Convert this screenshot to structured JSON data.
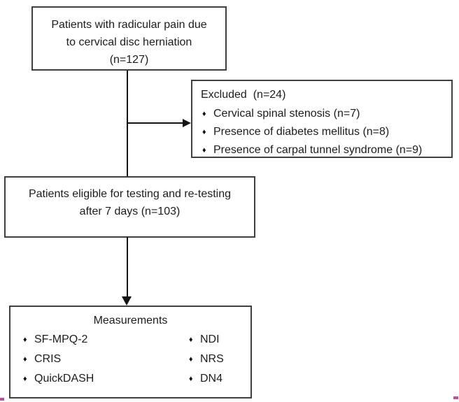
{
  "boxes": {
    "patients": {
      "lines": [
        "Patients with radicular pain due",
        "to cervical disc herniation",
        "(n=127)"
      ]
    },
    "excluded": {
      "title": "Excluded  (n=24)",
      "items": [
        "Cervical spinal stenosis (n=7)",
        "Presence of diabetes mellitus (n=8)",
        "Presence of carpal tunnel syndrome (n=9)"
      ]
    },
    "eligible": {
      "lines": [
        "Patients eligible for testing and re-testing",
        "after 7 days (n=103)"
      ]
    },
    "measurements": {
      "title": "Measurements",
      "left_column": [
        "SF-MPQ-2",
        "CRIS",
        "QuickDASH"
      ],
      "right_column": [
        "NDI",
        "NRS",
        "DN4"
      ]
    }
  },
  "glyphs": {
    "bullet": "♦"
  },
  "colors": {
    "background": "#ffffff",
    "box_border": "#3f3f3f",
    "line": "#141414",
    "text": "#1c1c1c",
    "artifact_magenta": "#bf4f9e"
  }
}
